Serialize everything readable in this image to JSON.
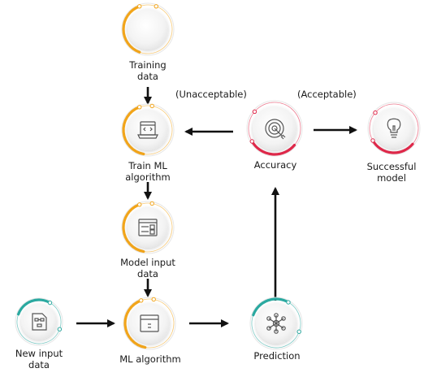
{
  "colors": {
    "orange": "#f2a51a",
    "teal": "#2aa9a0",
    "red": "#e0284a",
    "arrow": "#111111",
    "disc": "#f4f4f4",
    "icon": "#555555"
  },
  "nodes": {
    "training": {
      "line1": "Training",
      "line2": "data",
      "icon": "none",
      "accent": "orange"
    },
    "train_ml": {
      "line1": "Train ML",
      "line2": "algorithm",
      "icon": "code-window-icon",
      "accent": "orange"
    },
    "model_input": {
      "line1": "Model input",
      "line2": "data",
      "icon": "checklist-icon",
      "accent": "orange"
    },
    "ml_algorithm": {
      "line1": "ML algorithm",
      "icon": "app-window-icon",
      "accent": "orange"
    },
    "new_input": {
      "line1": "New input",
      "line2": "data",
      "icon": "flowchart-document-icon",
      "accent": "teal"
    },
    "prediction": {
      "line1": "Prediction",
      "icon": "network-icon",
      "accent": "teal"
    },
    "accuracy": {
      "line1": "Accuracy",
      "icon": "target-icon",
      "accent": "red"
    },
    "successful": {
      "line1": "Successful",
      "line2": "model",
      "icon": "lightbulb-icon",
      "accent": "red"
    }
  },
  "edge_labels": {
    "unacceptable": "(Unacceptable)",
    "acceptable": "(Acceptable)"
  }
}
